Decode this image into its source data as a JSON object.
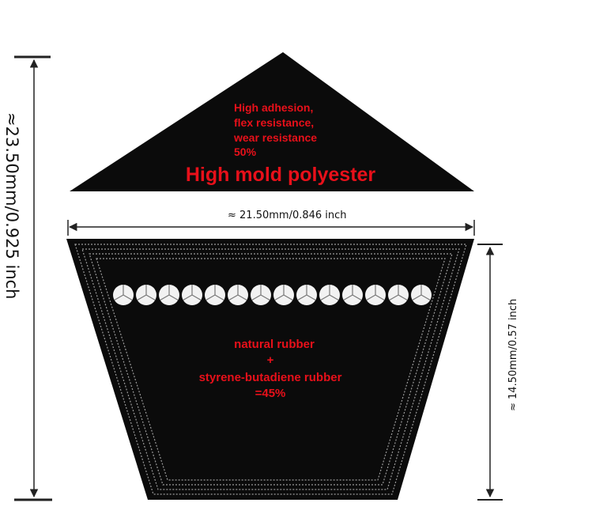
{
  "triangle": {
    "lines": [
      "High adhesion,",
      "flex resistance,",
      "wear resistance",
      "50%"
    ],
    "title": "High mold polyester"
  },
  "trapezoid": {
    "lines": [
      "natural rubber",
      "+",
      "styrene-butadiene rubber",
      "=45%"
    ],
    "cord_count": 14
  },
  "dimensions": {
    "total_height": "≈23.50mm/0.925 inch",
    "top_width": "≈ 21.50mm/0.846 inch",
    "belt_height": "≈ 14.50mm/0.57 inch"
  },
  "colors": {
    "belt": "#0b0b0b",
    "label_red": "#e8101a",
    "dimension_line": "#222222",
    "cord": "#f2f2f2"
  }
}
